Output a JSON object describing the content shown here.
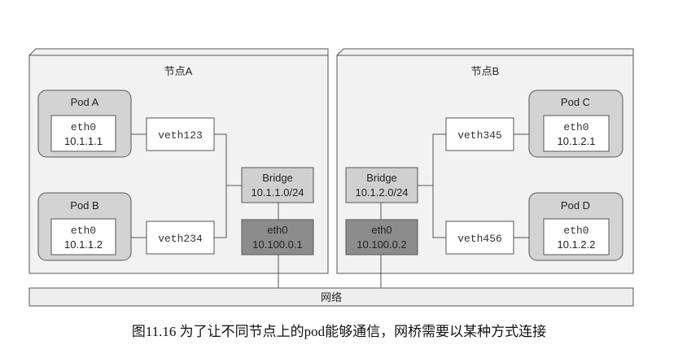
{
  "nodes": [
    {
      "title": "节点A",
      "pods": [
        {
          "name": "Pod A",
          "iface": "eth0",
          "ip": "10.1.1.1",
          "veth": "veth123"
        },
        {
          "name": "Pod B",
          "iface": "eth0",
          "ip": "10.1.1.2",
          "veth": "veth234"
        }
      ],
      "bridge": {
        "label": "Bridge",
        "cidr": "10.1.1.0/24"
      },
      "eth": {
        "label": "eth0",
        "ip": "10.100.0.1"
      }
    },
    {
      "title": "节点B",
      "pods": [
        {
          "name": "Pod C",
          "iface": "eth0",
          "ip": "10.1.2.1",
          "veth": "veth345"
        },
        {
          "name": "Pod D",
          "iface": "eth0",
          "ip": "10.1.2.2",
          "veth": "veth456"
        }
      ],
      "bridge": {
        "label": "Bridge",
        "cidr": "10.1.2.0/24"
      },
      "eth": {
        "label": "eth0",
        "ip": "10.100.0.2"
      }
    }
  ],
  "network_label": "网络",
  "caption": "图11.16 为了让不同节点上的pod能够通信，网桥需要以某种方式连接",
  "colors": {
    "node_bg": "#f2f2f2",
    "pod_bg": "#d3d3d3",
    "bridge_bg": "#d0d0d0",
    "eth_bg": "#8c8c8c",
    "network_bg": "#eeeeee",
    "line": "#555555"
  }
}
